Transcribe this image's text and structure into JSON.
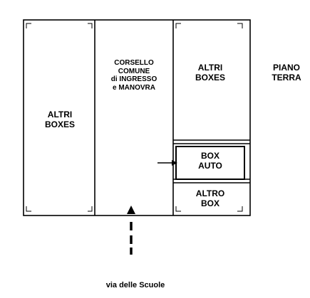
{
  "labels": {
    "altri_left": [
      "ALTRI",
      "BOXES"
    ],
    "corsello": [
      "CORSELLO",
      "COMUNE",
      "di INGRESSO",
      "e MANOVRA"
    ],
    "altri_right": [
      "ALTRI",
      "BOXES"
    ],
    "box_auto": [
      "BOX",
      "AUTO"
    ],
    "altro_box": [
      "ALTRO",
      "BOX"
    ],
    "piano_terra": [
      "PIANO",
      "TERRA"
    ],
    "street": "via delle Scuole"
  },
  "colors": {
    "ink": "#000000",
    "paper": "#ffffff"
  }
}
